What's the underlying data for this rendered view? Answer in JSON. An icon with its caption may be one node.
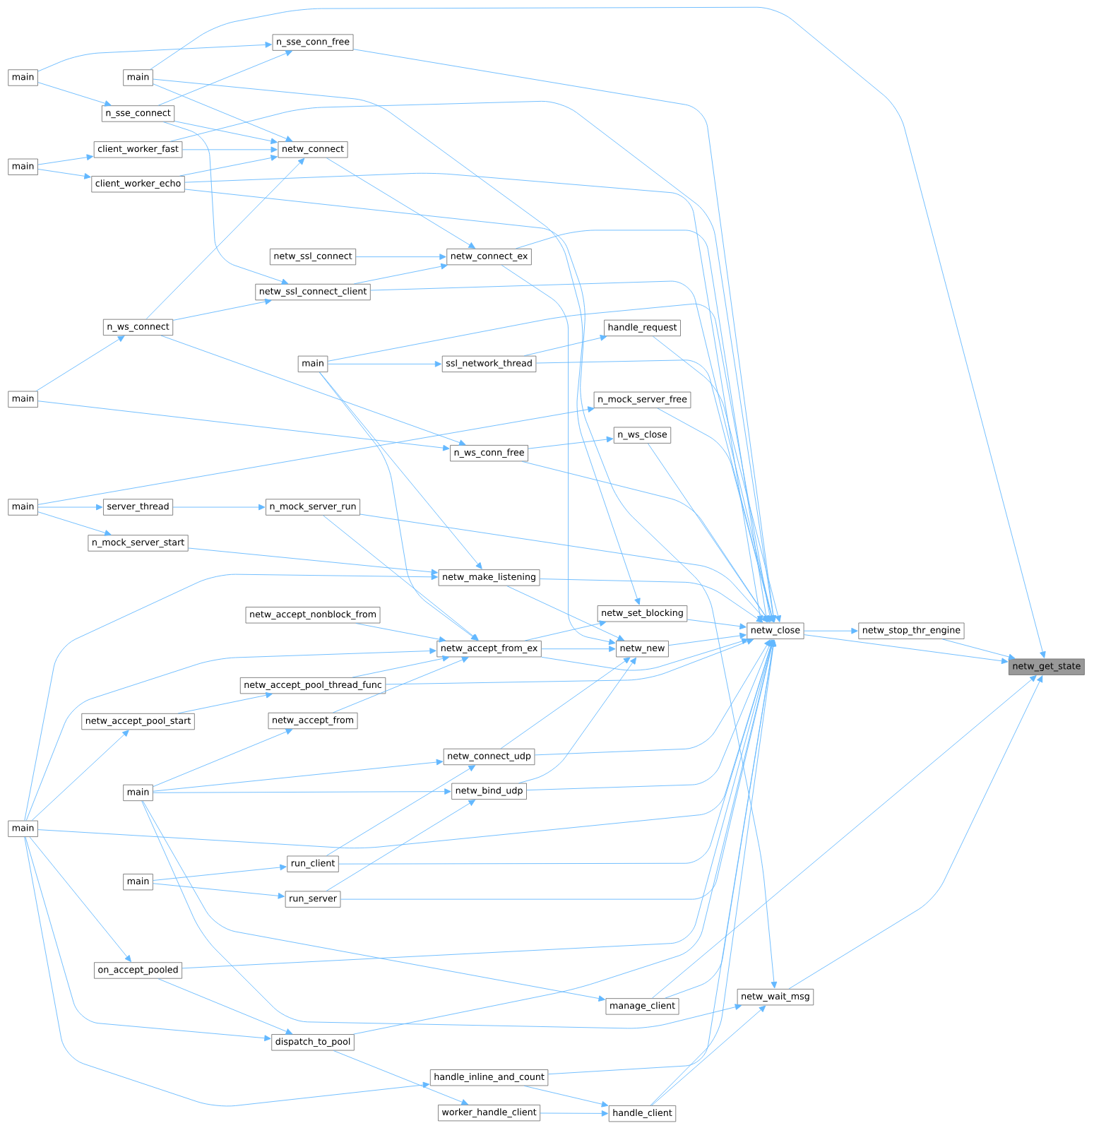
{
  "diagram": {
    "nodes": [
      {
        "text": [
          "main"
        ]
      },
      {
        "text": [
          "main"
        ]
      },
      {
        "text": [
          "main"
        ]
      },
      {
        "text": [
          "main"
        ]
      },
      {
        "text": [
          "main"
        ]
      },
      {
        "text": [
          "main"
        ]
      },
      {
        "text": [
          "n_sse_connect"
        ]
      },
      {
        "text": [
          "client_worker_fast"
        ]
      },
      {
        "text": [
          "client_worker_echo"
        ]
      },
      {
        "text": [
          "n_ws_connect"
        ]
      },
      {
        "text": [
          "server_thread"
        ]
      },
      {
        "text": [
          "n_mock_server_start"
        ]
      },
      {
        "text": [
          "netw_accept_pool_start"
        ]
      },
      {
        "text": [
          "main"
        ]
      },
      {
        "text": [
          "main"
        ]
      },
      {
        "text": [
          "on_accept_pooled"
        ]
      },
      {
        "text": [
          "n_sse_conn_free"
        ]
      },
      {
        "text": [
          "netw_connect"
        ]
      },
      {
        "text": [
          "netw_ssl_connect"
        ]
      },
      {
        "text": [
          "netw_ssl_connect_client"
        ]
      },
      {
        "text": [
          "main"
        ]
      },
      {
        "text": [
          "n_mock_server_run"
        ]
      },
      {
        "text": [
          "netw_accept_nonblock_from"
        ]
      },
      {
        "text": [
          "netw_accept_pool_thread_func"
        ]
      },
      {
        "text": [
          "netw_accept_from"
        ]
      },
      {
        "text": [
          "run_client"
        ]
      },
      {
        "text": [
          "run_server"
        ]
      },
      {
        "text": [
          "dispatch_to_pool"
        ]
      },
      {
        "text": [
          "netw_connect_ex"
        ]
      },
      {
        "text": [
          "ssl_network_thread"
        ]
      },
      {
        "text": [
          "n_ws_conn_free"
        ]
      },
      {
        "text": [
          "netw_make_listening"
        ]
      },
      {
        "text": [
          "netw_accept_from_ex"
        ]
      },
      {
        "text": [
          "netw_connect_udp"
        ]
      },
      {
        "text": [
          "netw_bind_udp"
        ]
      },
      {
        "text": [
          "handle_inline_and_count"
        ]
      },
      {
        "text": [
          "worker_handle_client"
        ]
      },
      {
        "text": [
          "handle_request"
        ]
      },
      {
        "text": [
          "n_mock_server_free"
        ]
      },
      {
        "text": [
          "n_ws_close"
        ]
      },
      {
        "text": [
          "netw_set_blocking"
        ]
      },
      {
        "text": [
          "netw_new"
        ]
      },
      {
        "text": [
          "manage_client"
        ]
      },
      {
        "text": [
          "handle_client"
        ]
      },
      {
        "text": [
          "netw_close"
        ]
      },
      {
        "text": [
          "netw_wait_msg"
        ]
      },
      {
        "text": [
          "netw_stop_thr_engine"
        ]
      },
      {
        "text": [
          "netw_get_state"
        ]
      }
    ],
    "edges": [
      {
        "from": 5,
        "to": 47,
        "arrow": "to"
      },
      {
        "from": 0,
        "to": 16,
        "arrow": "to"
      },
      {
        "from": 0,
        "to": 6,
        "arrow": "to"
      },
      {
        "from": 6,
        "to": 16,
        "arrow": "to"
      },
      {
        "from": 6,
        "to": 17,
        "arrow": "to"
      },
      {
        "from": 6,
        "to": 19,
        "arrow": "to"
      },
      {
        "from": 5,
        "to": 17,
        "arrow": "to"
      },
      {
        "from": 5,
        "to": 40,
        "arrow": "to"
      },
      {
        "from": 8,
        "to": 45,
        "arrow": "to"
      },
      {
        "from": 7,
        "to": 17,
        "arrow": "to"
      },
      {
        "from": 8,
        "to": 17,
        "arrow": "to"
      },
      {
        "from": 7,
        "to": 44,
        "arrow": "to"
      },
      {
        "from": 8,
        "to": 44,
        "arrow": "to"
      },
      {
        "from": 1,
        "to": 7,
        "arrow": "to"
      },
      {
        "from": 1,
        "to": 8,
        "arrow": "to"
      },
      {
        "from": 17,
        "to": 28,
        "arrow": "to"
      },
      {
        "from": 9,
        "to": 17,
        "arrow": "to"
      },
      {
        "from": 9,
        "to": 19,
        "arrow": "to"
      },
      {
        "from": 9,
        "to": 30,
        "arrow": "to"
      },
      {
        "from": 2,
        "to": 9,
        "arrow": "to"
      },
      {
        "from": 2,
        "to": 30,
        "arrow": "to"
      },
      {
        "from": 18,
        "to": 28,
        "arrow": "to"
      },
      {
        "from": 19,
        "to": 28,
        "arrow": "to"
      },
      {
        "from": 19,
        "to": 44,
        "arrow": "to"
      },
      {
        "from": 28,
        "to": 44,
        "arrow": "to"
      },
      {
        "from": 28,
        "to": 41,
        "arrow": "to"
      },
      {
        "from": 20,
        "to": 29,
        "arrow": "to"
      },
      {
        "from": 20,
        "to": 44,
        "arrow": "to"
      },
      {
        "from": 29,
        "to": 37,
        "arrow": "to"
      },
      {
        "from": 29,
        "to": 44,
        "arrow": "to"
      },
      {
        "from": 37,
        "to": 44,
        "arrow": "to"
      },
      {
        "from": 20,
        "to": 31,
        "arrow": "to"
      },
      {
        "from": 20,
        "to": 32,
        "arrow": "to"
      },
      {
        "from": 3,
        "to": 38,
        "arrow": "to"
      },
      {
        "from": 3,
        "to": 10,
        "arrow": "to"
      },
      {
        "from": 3,
        "to": 11,
        "arrow": "to"
      },
      {
        "from": 10,
        "to": 21,
        "arrow": "to"
      },
      {
        "from": 21,
        "to": 32,
        "arrow": "to"
      },
      {
        "from": 21,
        "to": 44,
        "arrow": "to"
      },
      {
        "from": 11,
        "to": 31,
        "arrow": "to"
      },
      {
        "from": 38,
        "to": 44,
        "arrow": "to"
      },
      {
        "from": 30,
        "to": 44,
        "arrow": "to"
      },
      {
        "from": 30,
        "to": 39,
        "arrow": "to"
      },
      {
        "from": 39,
        "to": 44,
        "arrow": "to"
      },
      {
        "from": 31,
        "to": 44,
        "arrow": "to"
      },
      {
        "from": 31,
        "to": 41,
        "arrow": "to"
      },
      {
        "from": 4,
        "to": 31,
        "arrow": "to"
      },
      {
        "from": 4,
        "to": 32,
        "arrow": "to"
      },
      {
        "from": 22,
        "to": 32,
        "arrow": "to"
      },
      {
        "from": 23,
        "to": 32,
        "arrow": "to"
      },
      {
        "from": 24,
        "to": 32,
        "arrow": "to"
      },
      {
        "from": 12,
        "to": 23,
        "arrow": "to"
      },
      {
        "from": 4,
        "to": 12,
        "arrow": "to"
      },
      {
        "from": 13,
        "to": 24,
        "arrow": "to"
      },
      {
        "from": 32,
        "to": 40,
        "arrow": "to"
      },
      {
        "from": 32,
        "to": 41,
        "arrow": "to"
      },
      {
        "from": 32,
        "to": 44,
        "arrow": "to"
      },
      {
        "from": 40,
        "to": 44,
        "arrow": "to"
      },
      {
        "from": 41,
        "to": 44,
        "arrow": "to"
      },
      {
        "from": 33,
        "to": 41,
        "arrow": "to"
      },
      {
        "from": 34,
        "to": 41,
        "arrow": "to"
      },
      {
        "from": 23,
        "to": 44,
        "arrow": "to"
      },
      {
        "from": 33,
        "to": 44,
        "arrow": "to"
      },
      {
        "from": 34,
        "to": 44,
        "arrow": "to"
      },
      {
        "from": 13,
        "to": 33,
        "arrow": "to"
      },
      {
        "from": 13,
        "to": 34,
        "arrow": "to"
      },
      {
        "from": 25,
        "to": 33,
        "arrow": "to"
      },
      {
        "from": 26,
        "to": 34,
        "arrow": "to"
      },
      {
        "from": 14,
        "to": 25,
        "arrow": "to"
      },
      {
        "from": 14,
        "to": 26,
        "arrow": "to"
      },
      {
        "from": 25,
        "to": 44,
        "arrow": "to"
      },
      {
        "from": 26,
        "to": 44,
        "arrow": "to"
      },
      {
        "from": 4,
        "to": 44,
        "arrow": "to"
      },
      {
        "from": 13,
        "to": 42,
        "arrow": "to"
      },
      {
        "from": 13,
        "to": 45,
        "arrow": "to"
      },
      {
        "from": 4,
        "to": 15,
        "arrow": "to"
      },
      {
        "from": 4,
        "to": 27,
        "arrow": "to"
      },
      {
        "from": 4,
        "to": 35,
        "arrow": "to"
      },
      {
        "from": 15,
        "to": 27,
        "arrow": "to"
      },
      {
        "from": 15,
        "to": 44,
        "arrow": "to"
      },
      {
        "from": 27,
        "to": 36,
        "arrow": "to"
      },
      {
        "from": 27,
        "to": 44,
        "arrow": "to"
      },
      {
        "from": 35,
        "to": 44,
        "arrow": "to"
      },
      {
        "from": 35,
        "to": 43,
        "arrow": "to"
      },
      {
        "from": 36,
        "to": 43,
        "arrow": "to"
      },
      {
        "from": 43,
        "to": 44,
        "arrow": "to"
      },
      {
        "from": 43,
        "to": 45,
        "arrow": "to"
      },
      {
        "from": 42,
        "to": 44,
        "arrow": "to"
      },
      {
        "from": 42,
        "to": 47,
        "arrow": "to"
      },
      {
        "from": 45,
        "to": 47,
        "arrow": "to"
      },
      {
        "from": 44,
        "to": 46,
        "arrow": "to"
      },
      {
        "from": 44,
        "to": 47,
        "arrow": "to"
      },
      {
        "from": 46,
        "to": 47,
        "arrow": "to"
      },
      {
        "from": 16,
        "to": 44,
        "arrow": "to"
      }
    ]
  }
}
